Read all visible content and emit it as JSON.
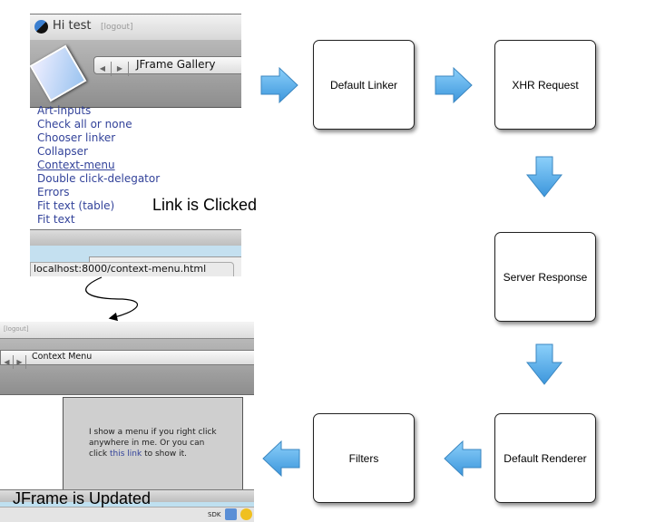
{
  "screenshot_before": {
    "greeting": "Hi test",
    "logout": "[logout]",
    "window_title": "JFrame Gallery",
    "links": [
      "Art-inputs",
      "Check all or none",
      "Chooser linker",
      "Collapser",
      "Context-menu",
      "Double click-delegator",
      "Errors",
      "Fit text",
      "(table)",
      "Fit text"
    ],
    "status_url": "localhost:8000/context-menu.html"
  },
  "screenshot_after": {
    "logout": "[logout]",
    "window_title": "Context Menu",
    "body_text_1": "I show a menu if you right click anywhere in me. Or you can click",
    "body_link": "this link",
    "body_text_2": "to show it.",
    "dock_label": "SDK"
  },
  "labels": {
    "link_clicked": "Link is Clicked",
    "jframe_updated": "JFrame is Updated"
  },
  "steps": [
    "Default Linker",
    "XHR Request",
    "Server Response",
    "Default Renderer",
    "Filters"
  ],
  "colors": {
    "arrow": "#5aaee8",
    "arrow_stroke": "#3a86c0",
    "link": "#33439a"
  }
}
